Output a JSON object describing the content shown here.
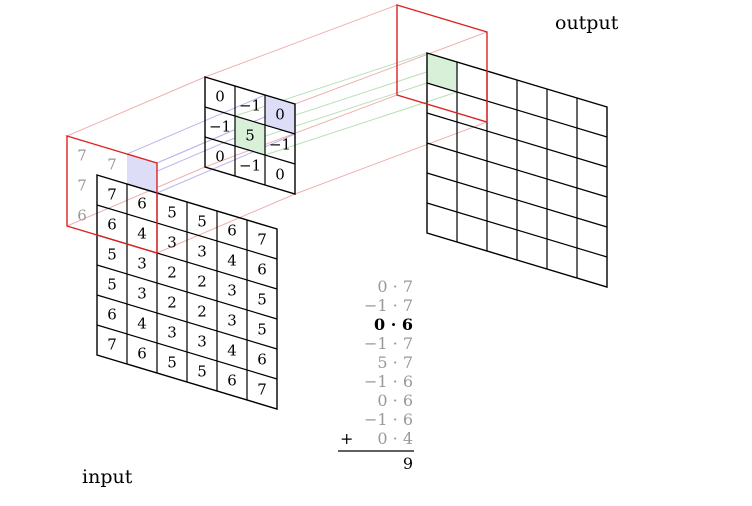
{
  "labels": {
    "input": "input",
    "output": "output"
  },
  "input": {
    "ghost_row": [
      "7",
      "7",
      "6"
    ],
    "ghost_col": [
      "7",
      "6"
    ],
    "grid": [
      [
        "7",
        "6",
        "5",
        "5",
        "6",
        "7"
      ],
      [
        "6",
        "4",
        "3",
        "3",
        "4",
        "6"
      ],
      [
        "5",
        "3",
        "2",
        "2",
        "3",
        "5"
      ],
      [
        "5",
        "3",
        "2",
        "2",
        "3",
        "5"
      ],
      [
        "6",
        "4",
        "3",
        "3",
        "4",
        "6"
      ],
      [
        "7",
        "6",
        "5",
        "5",
        "6",
        "7"
      ]
    ]
  },
  "kernel": [
    [
      "0",
      "-1",
      "0"
    ],
    [
      "-1",
      "5",
      "-1"
    ],
    [
      "0",
      "-1",
      "0"
    ]
  ],
  "output_size": 6,
  "sum": {
    "terms": [
      "0 · 7",
      "−1 · 7",
      "0 · 6",
      "−1 · 7",
      "5 · 7",
      "−1 · 6",
      "0 · 6",
      "−1 · 6",
      "0 · 4"
    ],
    "bold_index": 2,
    "plus": "+",
    "result": "9"
  },
  "colors": {
    "highlight_red": "#dd2222",
    "kernel_blue_fill": "#ddddf8",
    "kernel_green_fill": "#d8f0d8",
    "line_red": "#f0b0b0",
    "line_blue": "#b8b8f0",
    "line_green": "#b8e0b8"
  }
}
